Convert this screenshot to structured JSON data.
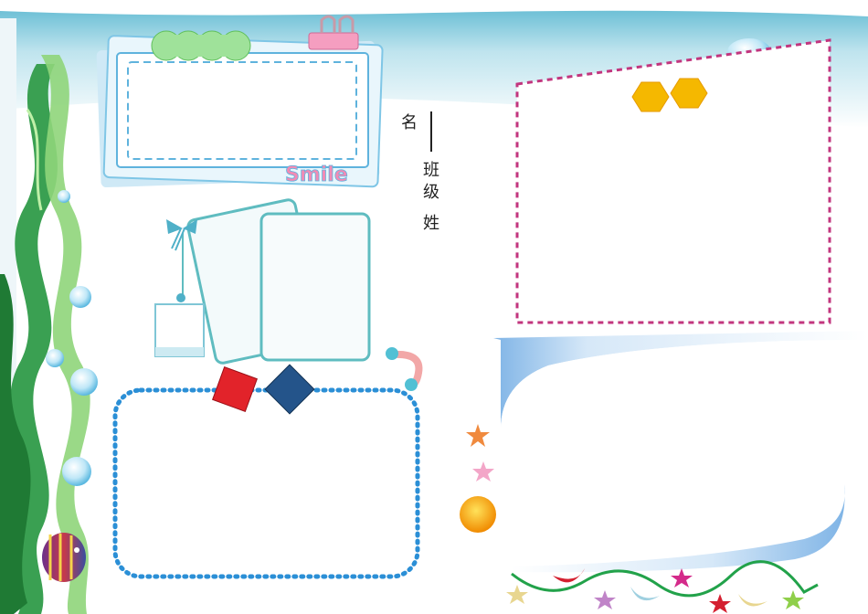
{
  "decor": {
    "frame_logo": "Smile",
    "colors": {
      "sky_top": "#7cc6d8",
      "sky_fade": "#ffffff",
      "seaweed_dark": "#2e8b3e",
      "seaweed_light": "#7fcf6f",
      "pink_dash": "#c2357e",
      "blue_dots": "#2b8fd6",
      "hexagon": "#f5b800",
      "red_tile": "#e2232a",
      "navy_tile": "#24548a",
      "green_cloud": "#9fe29a",
      "wave_green": "#22a24a"
    }
  },
  "labels": {
    "name": "名",
    "class_char_1": "班",
    "class_char_2": "级",
    "surname": "姓"
  },
  "icons": [
    "seaweed-icon",
    "bubble-icon",
    "fish-icon",
    "paperclip-icon",
    "bow-icon",
    "star-icon",
    "moon-icon",
    "sun-icon",
    "hexagon-icon"
  ]
}
